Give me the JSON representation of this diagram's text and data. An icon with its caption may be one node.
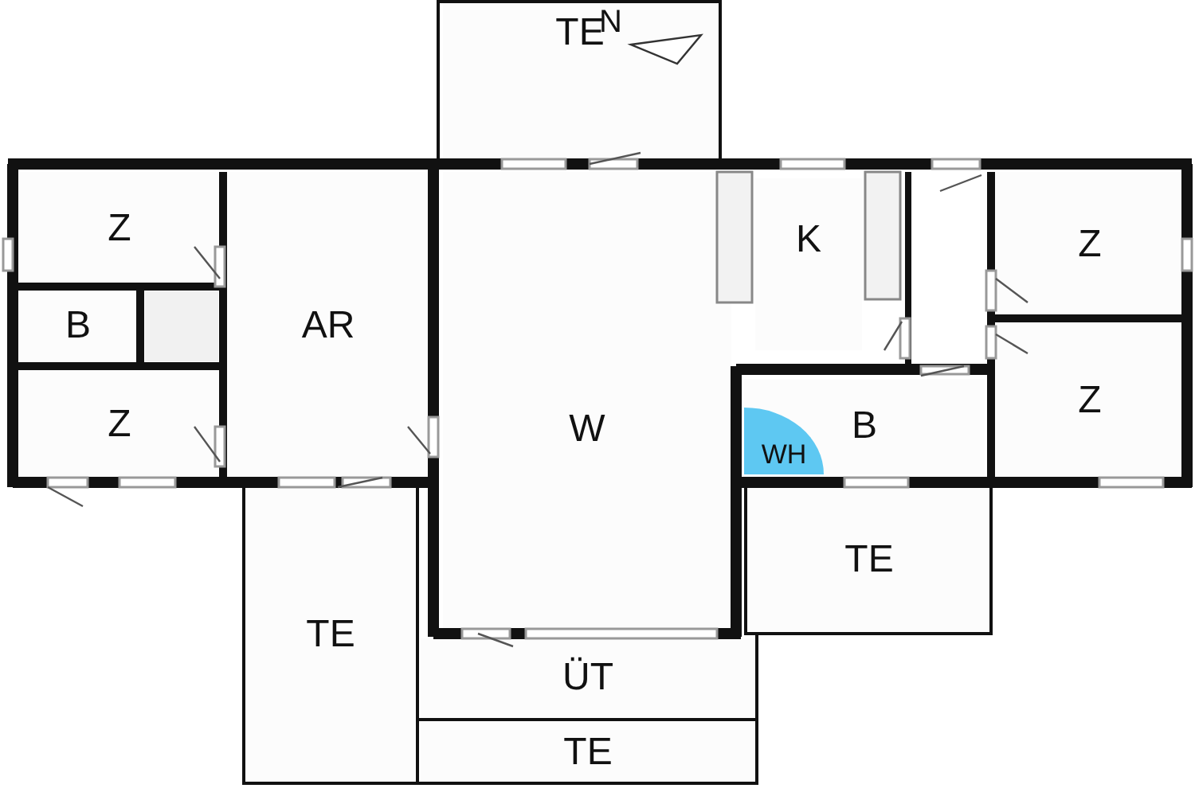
{
  "diagram": {
    "nodes": [
      {
        "text": [
          "TE"
        ]
      },
      {
        "text": [
          "Z"
        ]
      },
      {
        "text": [
          "K"
        ]
      },
      {
        "text": [
          "Z"
        ]
      },
      {
        "text": [
          "B"
        ]
      },
      {
        "text": [],
        "shape": "box"
      },
      {
        "text": [
          "AR"
        ]
      },
      {
        "text": [
          "Z"
        ]
      },
      {
        "text": [
          "B"
        ]
      },
      {
        "text": [
          "WH"
        ],
        "in": 8
      },
      {
        "text": [
          "Z"
        ]
      },
      {
        "text": [
          "W"
        ]
      },
      {
        "text": [
          "TE"
        ]
      },
      {
        "text": [
          "TE"
        ]
      },
      {
        "text": [
          "ÜT"
        ]
      },
      {
        "text": [
          "TE"
        ]
      }
    ],
    "edges": [],
    "labels": [
      "N"
    ]
  }
}
